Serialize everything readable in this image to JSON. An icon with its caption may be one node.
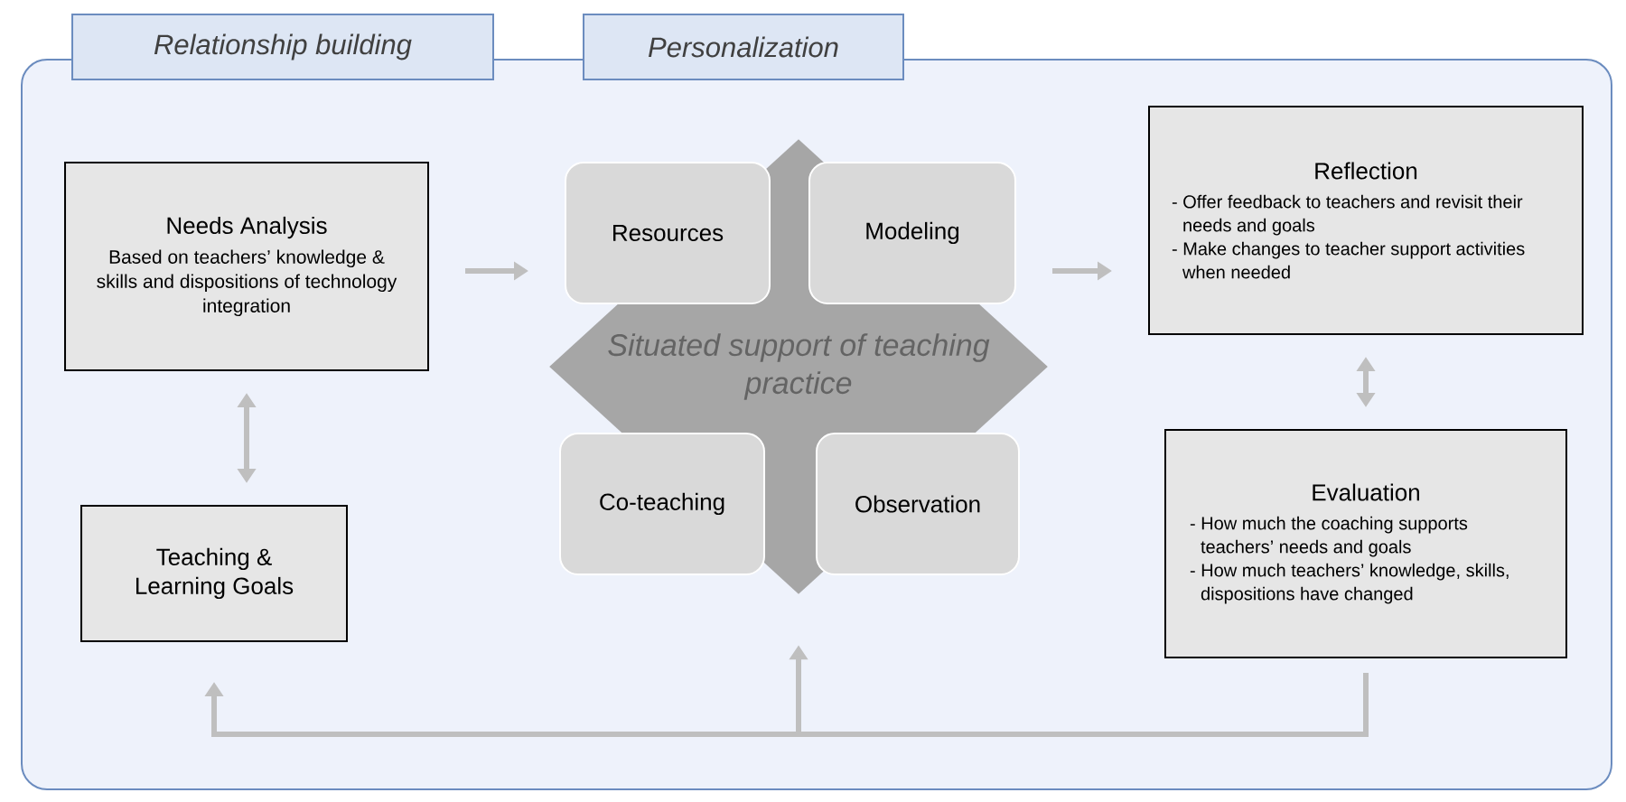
{
  "diagram": {
    "nodes": [
      {
        "text": [
          "Relationship building"
        ]
      },
      {
        "text": [
          "Personalization"
        ]
      },
      {
        "text": [
          "Needs Analysis",
          "Based on teachers’ knowledge & skills and dispositions of technology integration"
        ]
      },
      {
        "text": [
          "Teaching & Learning Goals"
        ]
      },
      {
        "text": [
          "Situated support of teaching practice"
        ]
      },
      {
        "text": [
          "Resources"
        ]
      },
      {
        "text": [
          "Modeling"
        ]
      },
      {
        "text": [
          "Co-teaching"
        ]
      },
      {
        "text": [
          "Observation"
        ]
      },
      {
        "text": [
          "Reflection",
          "- Offer feedback to teachers and revisit their needs and goals",
          "- Make changes to teacher support activities when needed"
        ]
      },
      {
        "text": [
          "Evaluation",
          "- How much the coaching supports teachers’ needs and goals",
          "- How much teachers’ knowledge, skills, dispositions have changed"
        ]
      }
    ],
    "edges": [
      {
        "from": 2,
        "to": 3,
        "arrow": "both"
      },
      {
        "from": 2,
        "to": 5,
        "arrow": "to"
      },
      {
        "from": 6,
        "to": 9,
        "arrow": "to"
      },
      {
        "from": 9,
        "to": 10,
        "arrow": "both"
      },
      {
        "from": 10,
        "to": 3,
        "arrow": "to"
      },
      {
        "from": 10,
        "to": 4,
        "arrow": "to"
      }
    ]
  }
}
